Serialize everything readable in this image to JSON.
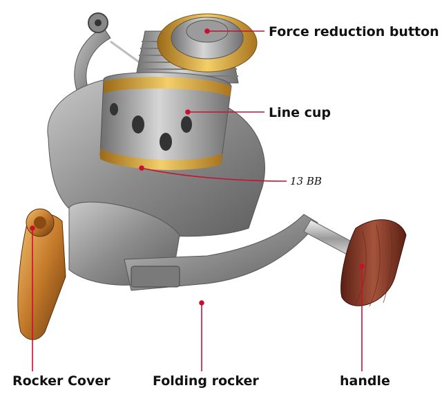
{
  "labels": {
    "force_reduction_button": "Force reduction button",
    "line_cup": "Line cup",
    "bearings": "13 BB",
    "rocker_cover": "Rocker Cover",
    "folding_rocker": "Folding rocker",
    "handle": "handle"
  },
  "colors": {
    "leader_line": "#c8102e",
    "body_gray": "#8f8f8f",
    "gold": "#d9a441",
    "wood": "#8a3b2a",
    "copper": "#c47a2a"
  }
}
